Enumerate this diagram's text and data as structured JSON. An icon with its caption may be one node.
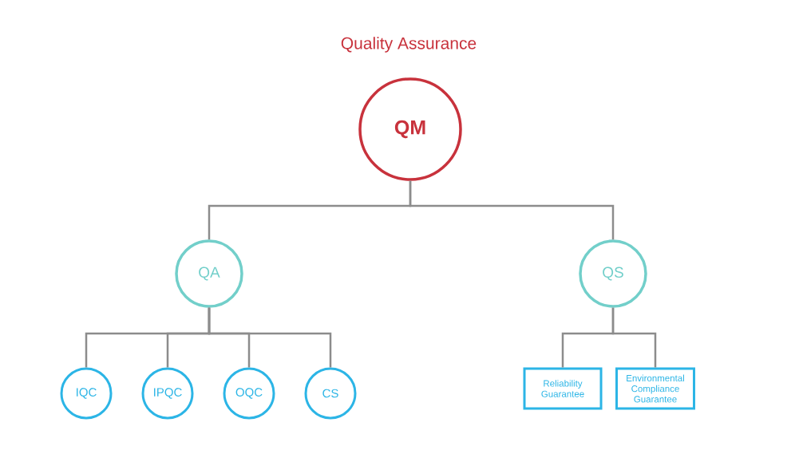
{
  "diagram": {
    "title": "Quality Assurance",
    "nodes": [
      {
        "text": [
          "QM"
        ]
      },
      {
        "text": [
          "QA"
        ]
      },
      {
        "text": [
          "QS"
        ]
      },
      {
        "text": [
          "IQC"
        ]
      },
      {
        "text": [
          "IPQC"
        ]
      },
      {
        "text": [
          "OQC"
        ]
      },
      {
        "text": [
          "CS"
        ]
      },
      {
        "text": [
          "Reliability Guarantee"
        ]
      },
      {
        "text": [
          "Environmental Compliance Guarantee"
        ]
      }
    ],
    "edges": [
      {
        "from": 0,
        "to": 1,
        "arrow": "none"
      },
      {
        "from": 0,
        "to": 2,
        "arrow": "none"
      },
      {
        "from": 1,
        "to": 3,
        "arrow": "none"
      },
      {
        "from": 1,
        "to": 4,
        "arrow": "none"
      },
      {
        "from": 1,
        "to": 5,
        "arrow": "none"
      },
      {
        "from": 1,
        "to": 6,
        "arrow": "none"
      },
      {
        "from": 2,
        "to": 7,
        "arrow": "none"
      },
      {
        "from": 2,
        "to": 8,
        "arrow": "none"
      }
    ]
  }
}
